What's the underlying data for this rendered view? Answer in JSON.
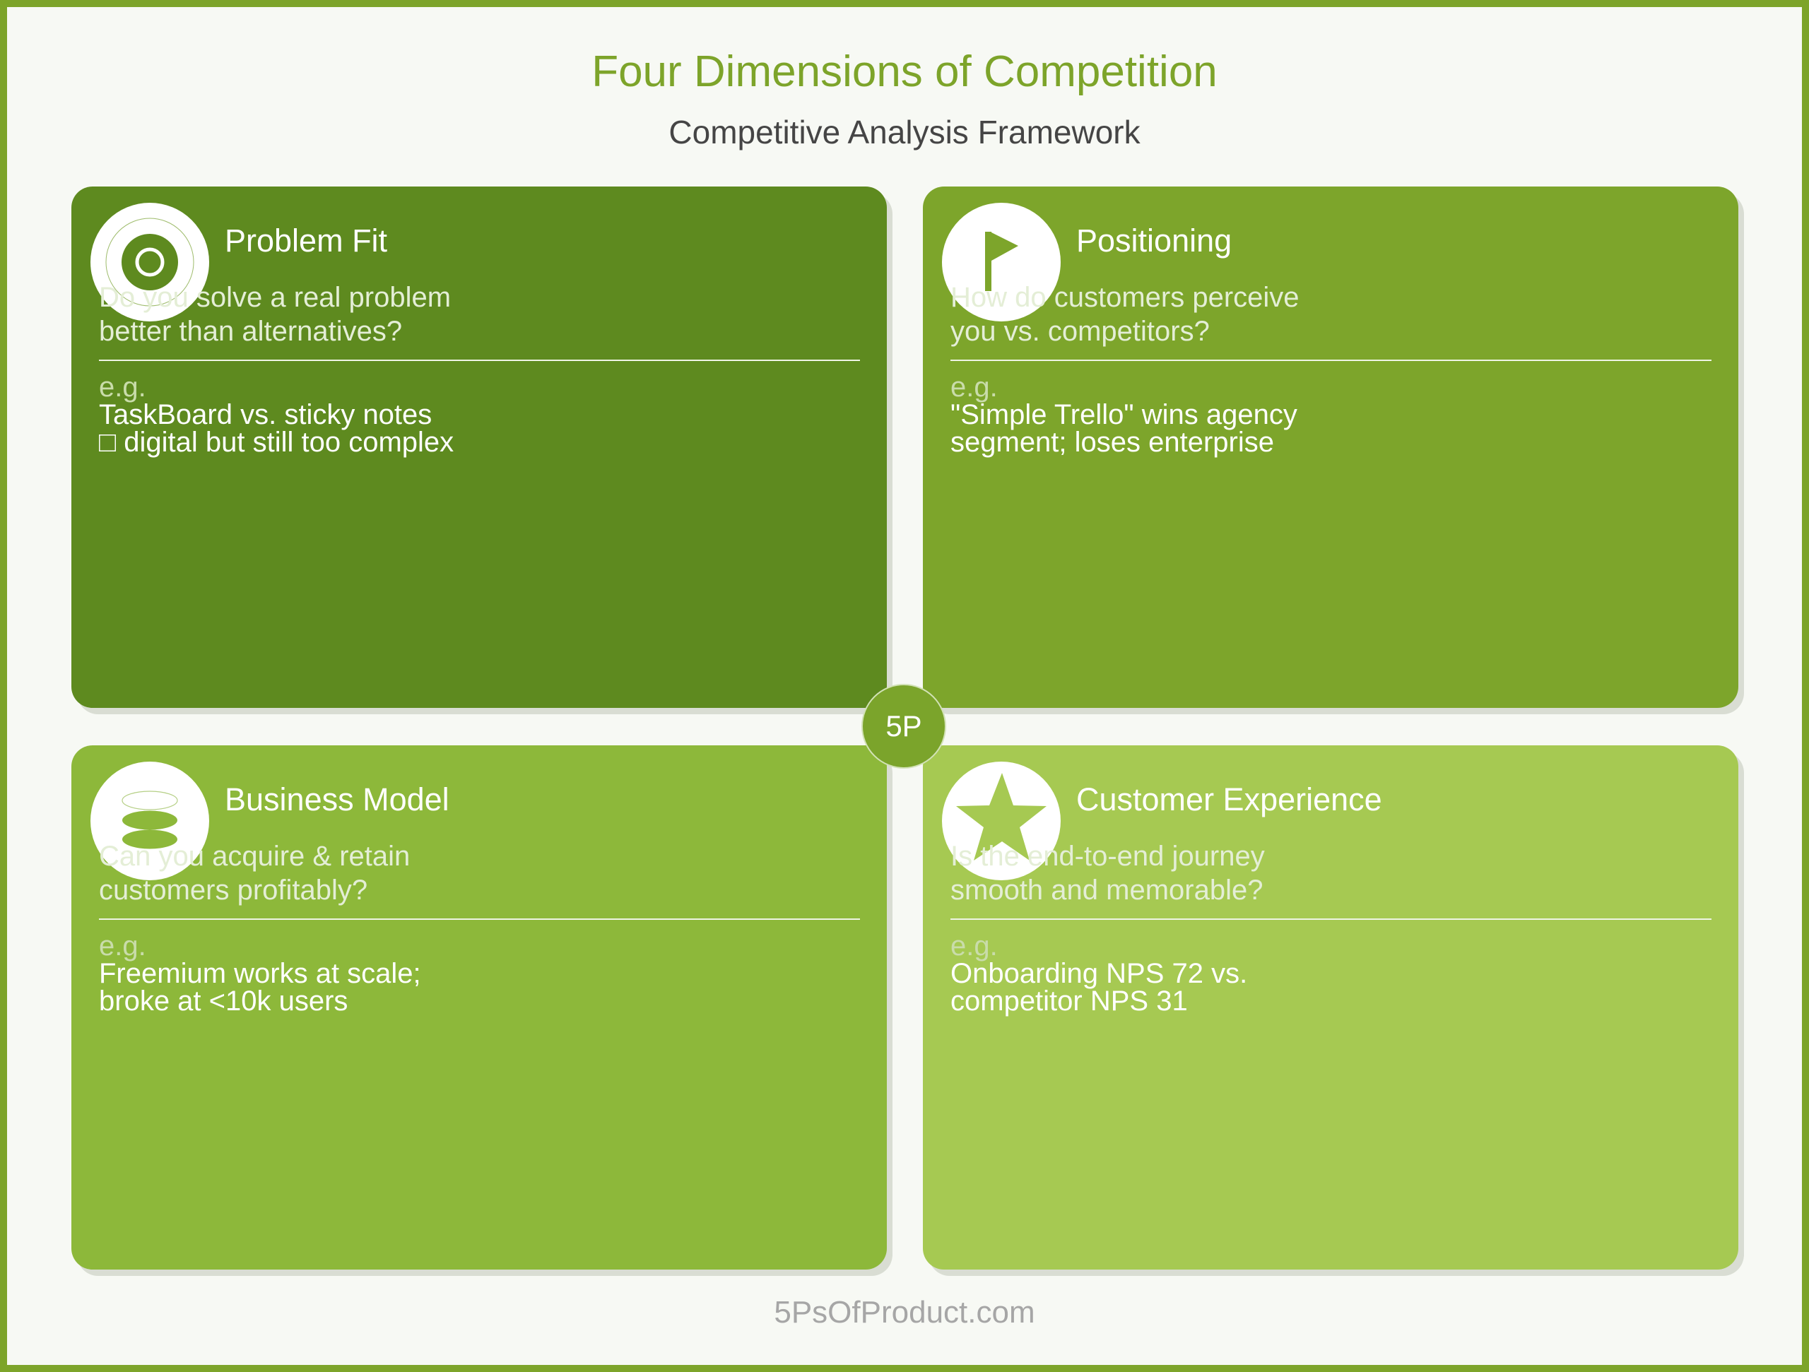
{
  "header": {
    "title": "Four Dimensions of Competition",
    "subtitle": "Competitive Analysis Framework"
  },
  "colors": {
    "border": "#7da42a",
    "background": "#f7f9f4",
    "title": "#7da42a",
    "card_problem_fit": "#5e8a1f",
    "card_positioning": "#7da52b",
    "card_business_model": "#8db83a",
    "card_customer_experience": "#a6c952",
    "hub": "#7ba42b"
  },
  "cards": [
    {
      "id": "problem-fit",
      "icon": "target-icon",
      "title": "Problem Fit",
      "question": [
        "Do you solve a real problem",
        "better than alternatives?"
      ],
      "eg_label": "e.g.",
      "example": [
        "TaskBoard vs. sticky notes",
        "□ digital but still too complex"
      ]
    },
    {
      "id": "positioning",
      "icon": "flag-icon",
      "title": "Positioning",
      "question": [
        "How do customers perceive",
        "you vs. competitors?"
      ],
      "eg_label": "e.g.",
      "example": [
        "\"Simple Trello\" wins agency",
        "segment; loses enterprise"
      ]
    },
    {
      "id": "business-model",
      "icon": "coin-stack-icon",
      "title": "Business Model",
      "question": [
        "Can you acquire & retain",
        "customers profitably?"
      ],
      "eg_label": "e.g.",
      "example": [
        "Freemium works at scale;",
        "broke at <10k users"
      ]
    },
    {
      "id": "customer-experience",
      "icon": "star-icon",
      "title": "Customer Experience",
      "question": [
        "Is the end-to-end journey",
        "smooth and memorable?"
      ],
      "eg_label": "e.g.",
      "example": [
        "Onboarding NPS 72 vs.",
        "competitor NPS 31"
      ]
    }
  ],
  "hub": {
    "label": "5P"
  },
  "footer": {
    "text": "5PsOfProduct.com"
  }
}
